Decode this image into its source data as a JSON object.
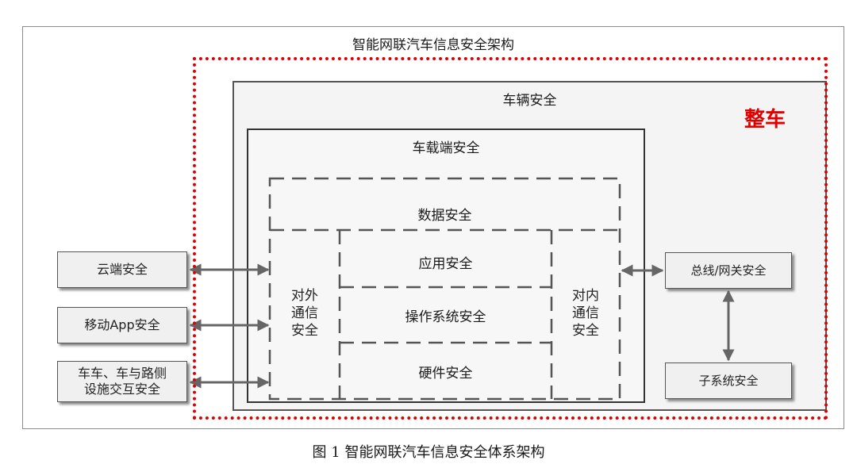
{
  "title": "智能网联汽车信息安全架构",
  "whole_vehicle_label": "整车",
  "vehicle_security": "车辆安全",
  "onboard_security": "车载端安全",
  "data_security": "数据安全",
  "app_security": "应用安全",
  "os_security": "操作系统安全",
  "hw_security": "硬件安全",
  "external_comm": [
    "对外",
    "通信",
    "安全"
  ],
  "internal_comm": [
    "对内",
    "通信",
    "安全"
  ],
  "left_boxes": {
    "cloud": "云端安全",
    "mobile_app": "移动App安全",
    "v2x_line1": "车车、车与路侧",
    "v2x_line2": "设施交互安全"
  },
  "right_boxes": {
    "bus_gateway": "总线/网关安全",
    "subsystem": "子系统安全"
  },
  "caption": "图 1 智能网联汽车信息安全体系架构",
  "colors": {
    "highlight": "#e00000",
    "arrow": "#666666",
    "dash": "#555555"
  }
}
